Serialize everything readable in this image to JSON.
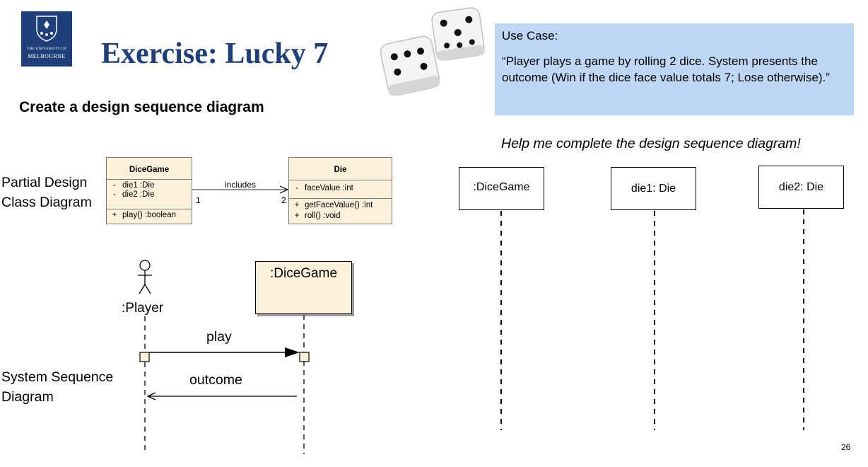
{
  "logo": {
    "line1": "THE UNIVERSITY OF",
    "line2": "MELBOURNE"
  },
  "title": "Exercise: Lucky 7",
  "subtitle": "Create a design sequence diagram",
  "use_case": {
    "title": "Use Case:",
    "text": "“Player plays a game by rolling 2 dice. System presents the outcome (Win if the dice face value totals 7; Lose otherwise).”"
  },
  "help_text": "Help me complete the design sequence diagram!",
  "partial_design": {
    "label_line1": "Partial Design",
    "label_line2": "Class Diagram",
    "class_dicegame": {
      "name": "DiceGame",
      "attributes": [
        {
          "vis": "-",
          "text": "die1  :Die"
        },
        {
          "vis": "-",
          "text": "die2  :Die"
        }
      ],
      "operations": [
        {
          "vis": "+",
          "text": "play()  :boolean"
        }
      ]
    },
    "class_die": {
      "name": "Die",
      "attributes": [
        {
          "vis": "-",
          "text": "faceValue  :int"
        }
      ],
      "operations": [
        {
          "vis": "+",
          "text": "getFaceValue()  :int"
        },
        {
          "vis": "+",
          "text": "roll()  :void"
        }
      ]
    },
    "association": {
      "label": "includes",
      "source_mult": "1",
      "target_mult": "2"
    }
  },
  "system_sequence": {
    "label_line1": "System Sequence",
    "label_line2": "Diagram",
    "actor": ":Player",
    "object": ":DiceGame",
    "messages": {
      "call": "play",
      "return": "outcome"
    }
  },
  "design_sequence": {
    "lifelines": [
      ":DiceGame",
      "die1: Die",
      "die2: Die"
    ]
  },
  "page_number": "26",
  "colors": {
    "title_blue": "#1f3f7a",
    "use_case_bg": "#bdd7f5",
    "uml_fill": "#fbf0da"
  }
}
